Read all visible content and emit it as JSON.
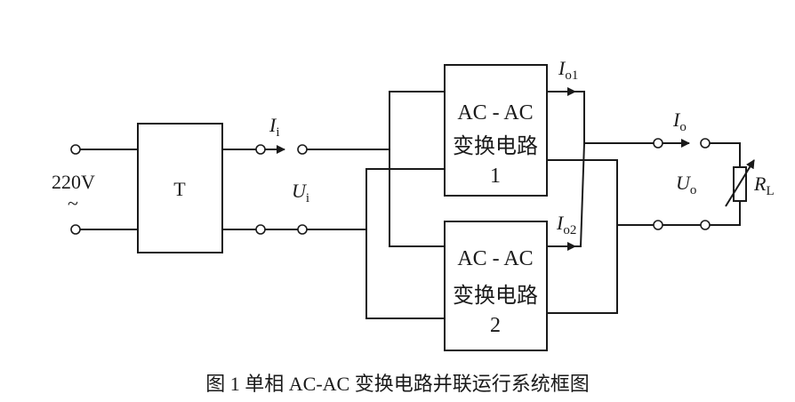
{
  "diagram": {
    "input_voltage": "220V",
    "ac_symbol": "~",
    "transformer_label": "T",
    "input_current": {
      "main": "I",
      "sub": "i"
    },
    "input_voltage_symbol": {
      "main": "U",
      "sub": "i"
    },
    "converter1": {
      "line1": "AC - AC",
      "line2": "变换电路",
      "line3": "1"
    },
    "converter2": {
      "line1": "AC - AC",
      "line2": "变换电路",
      "line3": "2"
    },
    "output_current_1": {
      "main": "I",
      "sub": "o1"
    },
    "output_current_2": {
      "main": "I",
      "sub": "o2"
    },
    "output_current": {
      "main": "I",
      "sub": "o"
    },
    "output_voltage": {
      "main": "U",
      "sub": "o"
    },
    "load": {
      "main": "R",
      "sub": "L"
    }
  },
  "caption": "图 1 单相 AC-AC 变换电路并联运行系统框图"
}
